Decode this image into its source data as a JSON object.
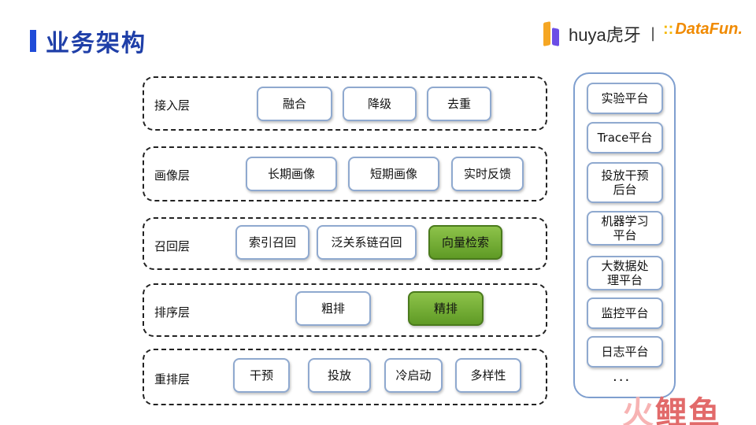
{
  "title": "业务架构",
  "brand": {
    "huya": "huya虎牙",
    "separator": "|",
    "datafun_dots": "::",
    "datafun": "DataFun."
  },
  "layers": [
    {
      "label": "接入层",
      "items": [
        "融合",
        "降级",
        "去重"
      ]
    },
    {
      "label": "画像层",
      "items": [
        "长期画像",
        "短期画像",
        "实时反馈"
      ]
    },
    {
      "label": "召回层",
      "items": [
        "索引召回",
        "泛关系链召回",
        "向量检索"
      ]
    },
    {
      "label": "排序层",
      "items": [
        "粗排",
        "精排"
      ]
    },
    {
      "label": "重排层",
      "items": [
        "干预",
        "投放",
        "冷启动",
        "多样性"
      ]
    }
  ],
  "highlight_color": "#76b03a",
  "platforms": [
    "实验平台",
    "Trace平台",
    "投放干预\n后台",
    "机器学习\n平台",
    "大数据处\n理平台",
    "监控平台",
    "日志平台"
  ],
  "ellipsis": "...",
  "watermark": {
    "part1": "火",
    "part2": "鲤鱼"
  }
}
